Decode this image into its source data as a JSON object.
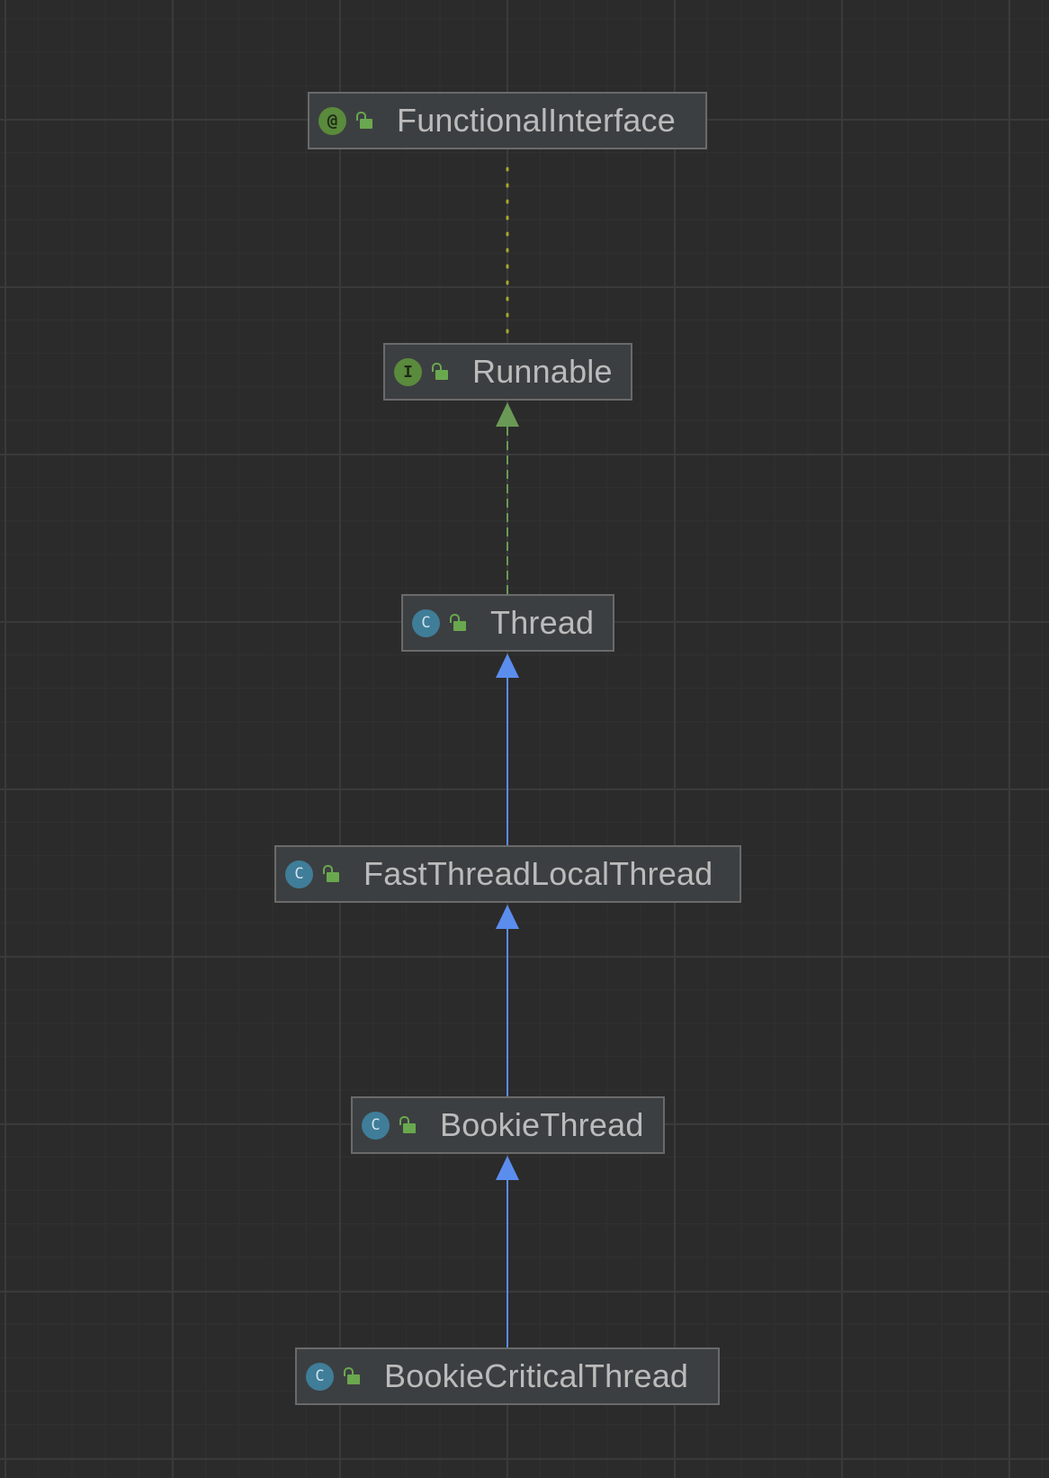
{
  "diagram": {
    "nodes": [
      {
        "id": "functional-interface",
        "label": "FunctionalInterface",
        "kind": "annotation",
        "badge": "@",
        "visibility": "public"
      },
      {
        "id": "runnable",
        "label": "Runnable",
        "kind": "interface",
        "badge": "I",
        "visibility": "public"
      },
      {
        "id": "thread",
        "label": "Thread",
        "kind": "class",
        "badge": "C",
        "visibility": "public"
      },
      {
        "id": "fast-thread-local-thread",
        "label": "FastThreadLocalThread",
        "kind": "class",
        "badge": "C",
        "visibility": "public"
      },
      {
        "id": "bookie-thread",
        "label": "BookieThread",
        "kind": "class",
        "badge": "C",
        "visibility": "public"
      },
      {
        "id": "bookie-critical-thread",
        "label": "BookieCriticalThread",
        "kind": "class",
        "badge": "C",
        "visibility": "public"
      }
    ],
    "edges": [
      {
        "from": "runnable",
        "to": "functional-interface",
        "type": "annotated-by",
        "color": "#a5a72f"
      },
      {
        "from": "thread",
        "to": "runnable",
        "type": "implements",
        "color": "#6a9955"
      },
      {
        "from": "fast-thread-local-thread",
        "to": "thread",
        "type": "extends",
        "color": "#5b8def"
      },
      {
        "from": "bookie-thread",
        "to": "fast-thread-local-thread",
        "type": "extends",
        "color": "#5b8def"
      },
      {
        "from": "bookie-critical-thread",
        "to": "bookie-thread",
        "type": "extends",
        "color": "#5b8def"
      }
    ]
  }
}
